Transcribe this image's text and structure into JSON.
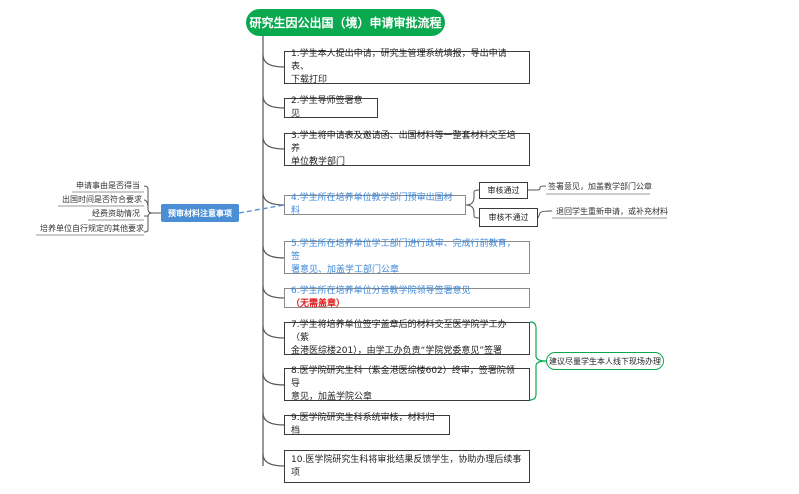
{
  "title": "研究生因公出国（境）申请审批流程",
  "steps": {
    "s1_line1": "1.学生本人提出申请，研究生管理系统填报，导出申请表、",
    "s1_line2": "下载打印",
    "s2": "2.学生导师签署意见",
    "s3_line1": "3.学生将申请表及邀请函、出国材料等一整套材料交至培养",
    "s3_line2": "单位教学部门",
    "s4": "4.学生所在培养单位教学部门预审出国材料",
    "s5_line1": "5.学生所在培养单位学工部门进行政审、完成行前教育，签",
    "s5_line2": "署意见、加盖学工部门公章",
    "s6": "6.学生所在培养单位分管教学院领导签署意见",
    "s6_red": "（无需盖章）",
    "s7_line1": "7.学生将培养单位签字盖章后的材料交至医学院学工办（紫",
    "s7_line2": "金港医综楼201），由学工办负责“学院党委意见”签署",
    "s8_line1": "8.医学院研究生科（紫金港医综楼602）终审，签署院领导",
    "s8_line2": "意见，加盖学院公章",
    "s9": "9.医学院研究生科系统审核，材料归档",
    "s10_line1": "10.医学院研究生科将审批结果反馈学生，协助办理后续事",
    "s10_line2": "项"
  },
  "review": {
    "pass": "审核通过",
    "pass_note": "签署意见，加盖教学部门公章",
    "fail": "审核不通过",
    "fail_note": "退回学生重新申请，或补充材料"
  },
  "precheck": {
    "label": "预审材料注意事项",
    "items": [
      "申请事由是否得当",
      "出国时间是否符合要求",
      "经费资助情况",
      "培养单位自行规定的其他要求"
    ]
  },
  "note_78": "建议尽量学生本人线下现场办理",
  "colors": {
    "green": "#0aa84f",
    "blue": "#4a8fd6",
    "blue_text": "#3a86d8",
    "red": "#e02020"
  }
}
